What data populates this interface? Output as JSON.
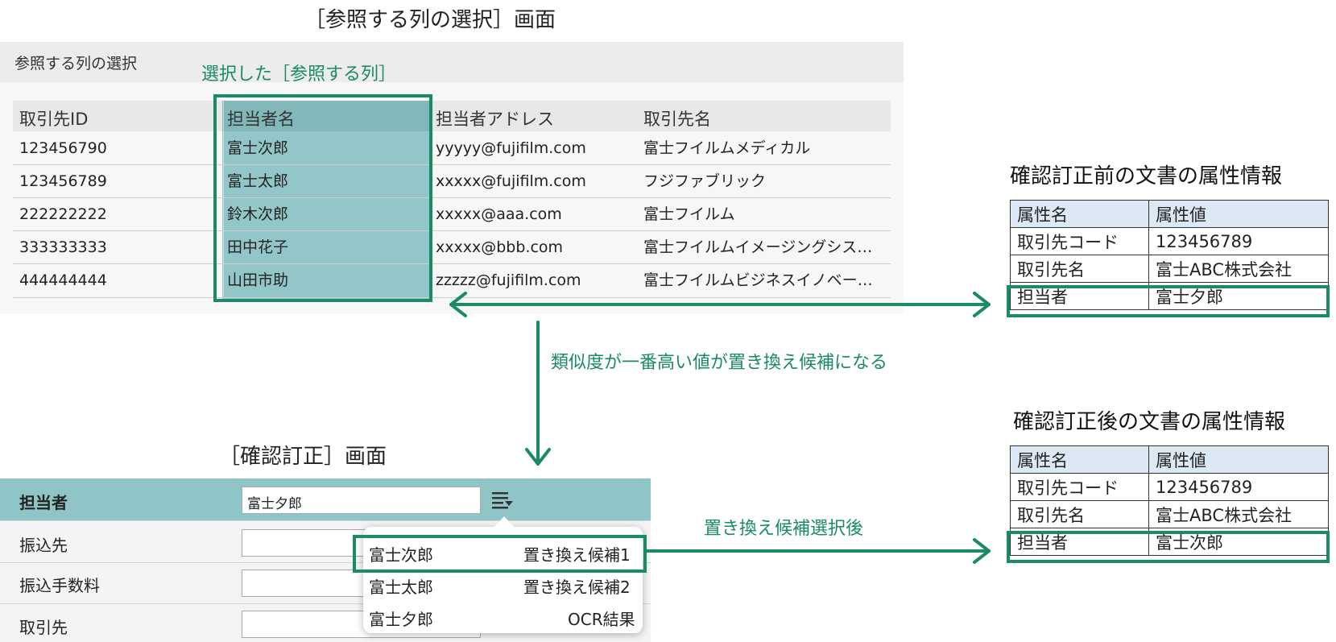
{
  "ref_screen": {
    "caption": "［参照する列の選択］画面",
    "panel_title": "参照する列の選択",
    "selected_label": "選択した［参照する列］",
    "columns": [
      "取引先ID",
      "担当者名",
      "担当者アドレス",
      "取引先名"
    ],
    "rows": [
      [
        "123456790",
        "富士次郎",
        "yyyyy@fujifilm.com",
        "富士フイルムメディカル"
      ],
      [
        "123456789",
        "富士太郎",
        "xxxxx@fujifilm.com",
        "フジファブリック"
      ],
      [
        "222222222",
        "鈴木次郎",
        "xxxxx@aaa.com",
        "富士フイルム"
      ],
      [
        "333333333",
        "田中花子",
        "xxxxx@bbb.com",
        "富士フイルムイメージングシス…"
      ],
      [
        "444444444",
        "山田市助",
        "zzzzz@fujifilm.com",
        "富士フイルムビジネスイノベー…"
      ]
    ]
  },
  "flow": {
    "similarity_note": "類似度が一番高い値が置き換え候補になる",
    "after_select_note": "置き換え候補選択後"
  },
  "attr_before": {
    "title": "確認訂正前の文書の属性情報",
    "header": [
      "属性名",
      "属性値"
    ],
    "rows": [
      [
        "取引先コード",
        "123456789"
      ],
      [
        "取引先名",
        "富士ABC株式会社"
      ],
      [
        "担当者",
        "富士夕郎"
      ]
    ]
  },
  "attr_after": {
    "title": "確認訂正後の文書の属性情報",
    "header": [
      "属性名",
      "属性値"
    ],
    "rows": [
      [
        "取引先コード",
        "123456789"
      ],
      [
        "取引先名",
        "富士ABC株式会社"
      ],
      [
        "担当者",
        "富士次郎"
      ]
    ]
  },
  "confirm_screen": {
    "caption": "［確認訂正］画面",
    "fields": [
      {
        "label": "担当者",
        "value": "富士夕郎"
      },
      {
        "label": "振込先",
        "value": ""
      },
      {
        "label": "振込手数料",
        "value": ""
      },
      {
        "label": "取引先",
        "value": ""
      }
    ],
    "candidate_menu_icon": "list-dropdown-icon",
    "dropdown": [
      {
        "name": "富士次郎",
        "tag": "置き換え候補1"
      },
      {
        "name": "富士太郎",
        "tag": "置き換え候補2"
      },
      {
        "name": "富士夕郎",
        "tag": "OCR結果"
      }
    ]
  },
  "colors": {
    "accent_green": "#1a8a67",
    "teal_highlight": "#93c6c8",
    "header_blue": "#dce9f4"
  }
}
